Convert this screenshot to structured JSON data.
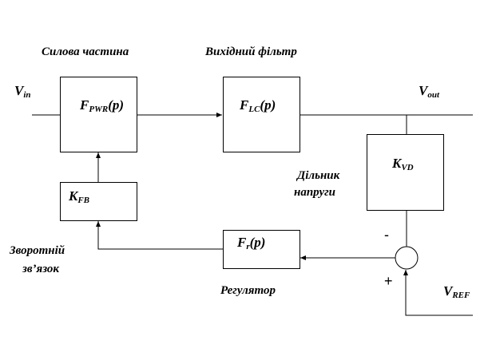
{
  "diagram": {
    "titles": {
      "power_stage": "Силова частина",
      "output_filter": "Вихідний фільтр",
      "voltage_divider_line1": "Дільник",
      "voltage_divider_line2": "напруги",
      "feedback_line1": "Зворотній",
      "feedback_line2": "зв’язок",
      "regulator": "Регулятор"
    },
    "signals": {
      "vin": {
        "main": "V",
        "sub": "in"
      },
      "vout": {
        "main": "V",
        "sub": "out"
      },
      "vref": {
        "main": "V",
        "sub": "REF"
      }
    },
    "blocks": {
      "pwr": {
        "main": "F",
        "sub": "PWR",
        "suffix": "(p)"
      },
      "lc": {
        "main": "F",
        "sub": "LC",
        "suffix": "(p)"
      },
      "vd": {
        "main": "K",
        "sub": "VD",
        "suffix": ""
      },
      "fb": {
        "main": "K",
        "sub": "FB",
        "suffix": ""
      },
      "reg": {
        "main": "F",
        "sub": "r",
        "suffix": "(p)"
      }
    },
    "summing_junction": {
      "minus": "-",
      "plus": "+"
    }
  }
}
